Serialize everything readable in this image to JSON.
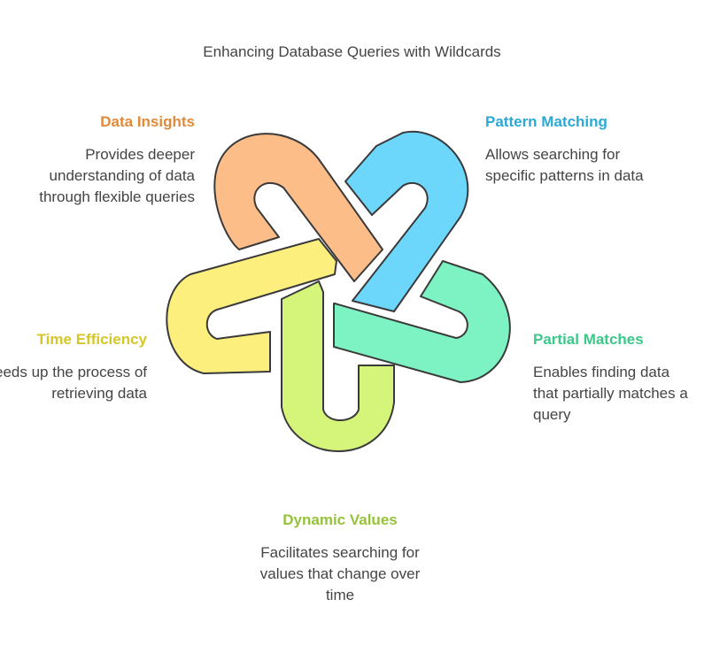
{
  "title": "Enhancing Database Queries with Wildcards",
  "items": [
    {
      "id": "data-insights",
      "heading": "Data Insights",
      "description": "Provides deeper understanding of data through flexible queries",
      "color": "#E08A3A",
      "fill": "#FDBD89"
    },
    {
      "id": "pattern-matching",
      "heading": "Pattern Matching",
      "description": "Allows searching for specific patterns in data",
      "color": "#2AA9D6",
      "fill": "#6DD6FB"
    },
    {
      "id": "partial-matches",
      "heading": "Partial Matches",
      "description": "Enables finding data that partially matches a query",
      "color": "#3CC889",
      "fill": "#7DF2C2"
    },
    {
      "id": "time-efficiency",
      "heading": "Time Efficiency",
      "description": "Speeds up the process of retrieving data",
      "color": "#D6C62A",
      "fill": "#FDEF7E"
    },
    {
      "id": "dynamic-values",
      "heading": "Dynamic Values",
      "description": "Facilitates searching for values that change over time",
      "color": "#96C23A",
      "fill": "#D4F57A"
    }
  ]
}
